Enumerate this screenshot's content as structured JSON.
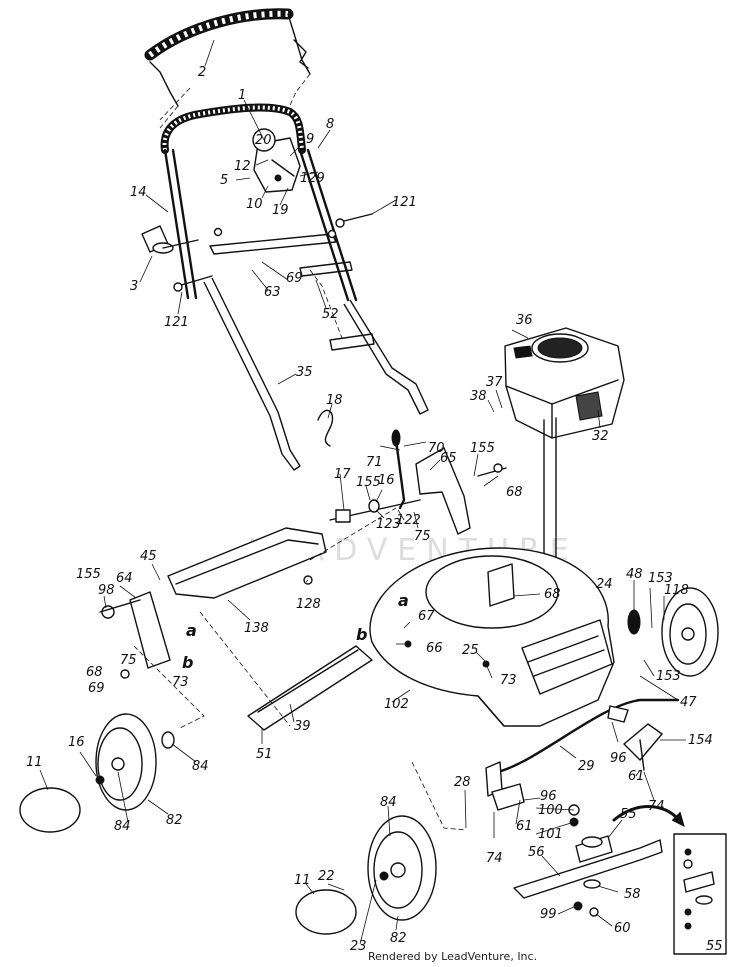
{
  "watermark": "LEADVENTURE",
  "credit": "Rendered by LeadVenture, Inc.",
  "ref_letters": [
    "a",
    "b"
  ],
  "parts": [
    {
      "id": "2",
      "name": "handle-grip"
    },
    {
      "id": "1",
      "name": "control-bail"
    },
    {
      "id": "8",
      "name": "bolt-8"
    },
    {
      "id": "20",
      "name": "throttle-control"
    },
    {
      "id": "9",
      "name": "part-9"
    },
    {
      "id": "12",
      "name": "part-12"
    },
    {
      "id": "5",
      "name": "nut-5"
    },
    {
      "id": "129",
      "name": "part-129"
    },
    {
      "id": "10",
      "name": "part-10"
    },
    {
      "id": "19",
      "name": "part-19"
    },
    {
      "id": "14",
      "name": "upper-handle"
    },
    {
      "id": "121",
      "name": "bolt-121"
    },
    {
      "id": "3",
      "name": "wing-knob"
    },
    {
      "id": "69",
      "name": "nut-69"
    },
    {
      "id": "63",
      "name": "washer-63"
    },
    {
      "id": "52",
      "name": "cable-clip"
    },
    {
      "id": "35",
      "name": "lower-handle"
    },
    {
      "id": "36",
      "name": "engine"
    },
    {
      "id": "37",
      "name": "part-37"
    },
    {
      "id": "38",
      "name": "part-38"
    },
    {
      "id": "32",
      "name": "engine-part-32"
    },
    {
      "id": "18",
      "name": "hair-pin"
    },
    {
      "id": "70",
      "name": "height-lever"
    },
    {
      "id": "65",
      "name": "lever-bracket"
    },
    {
      "id": "155",
      "name": "nut-155"
    },
    {
      "id": "71",
      "name": "part-71"
    },
    {
      "id": "68",
      "name": "bolt-68"
    },
    {
      "id": "17",
      "name": "spacer-17"
    },
    {
      "id": "16",
      "name": "washer-16"
    },
    {
      "id": "123",
      "name": "part-123"
    },
    {
      "id": "122",
      "name": "part-122"
    },
    {
      "id": "75",
      "name": "part-75"
    },
    {
      "id": "45",
      "name": "part-45"
    },
    {
      "id": "64",
      "name": "wheel-bracket"
    },
    {
      "id": "98",
      "name": "part-98"
    },
    {
      "id": "138",
      "name": "rear-axle-cover"
    },
    {
      "id": "128",
      "name": "part-128"
    },
    {
      "id": "67",
      "name": "part-67"
    },
    {
      "id": "24",
      "name": "deck"
    },
    {
      "id": "48",
      "name": "part-48"
    },
    {
      "id": "153",
      "name": "part-153"
    },
    {
      "id": "118",
      "name": "part-118"
    },
    {
      "id": "66",
      "name": "part-66"
    },
    {
      "id": "25",
      "name": "part-25"
    },
    {
      "id": "73",
      "name": "part-73"
    },
    {
      "id": "47",
      "name": "part-47"
    },
    {
      "id": "102",
      "name": "part-102"
    },
    {
      "id": "39",
      "name": "rear-baffle"
    },
    {
      "id": "51",
      "name": "part-51"
    },
    {
      "id": "29",
      "name": "axle-rod"
    },
    {
      "id": "154",
      "name": "part-154"
    },
    {
      "id": "96",
      "name": "bracket-96"
    },
    {
      "id": "61",
      "name": "part-61"
    },
    {
      "id": "74",
      "name": "part-74"
    },
    {
      "id": "11",
      "name": "hub-cap"
    },
    {
      "id": "84",
      "name": "part-84"
    },
    {
      "id": "82",
      "name": "wheel"
    },
    {
      "id": "28",
      "name": "part-28"
    },
    {
      "id": "100",
      "name": "part-100"
    },
    {
      "id": "101",
      "name": "part-101"
    },
    {
      "id": "55",
      "name": "blade-adapter"
    },
    {
      "id": "56",
      "name": "blade"
    },
    {
      "id": "58",
      "name": "washer-58"
    },
    {
      "id": "99",
      "name": "bolt-99"
    },
    {
      "id": "60",
      "name": "bolt-60"
    },
    {
      "id": "22",
      "name": "part-22"
    },
    {
      "id": "23",
      "name": "part-23"
    }
  ]
}
